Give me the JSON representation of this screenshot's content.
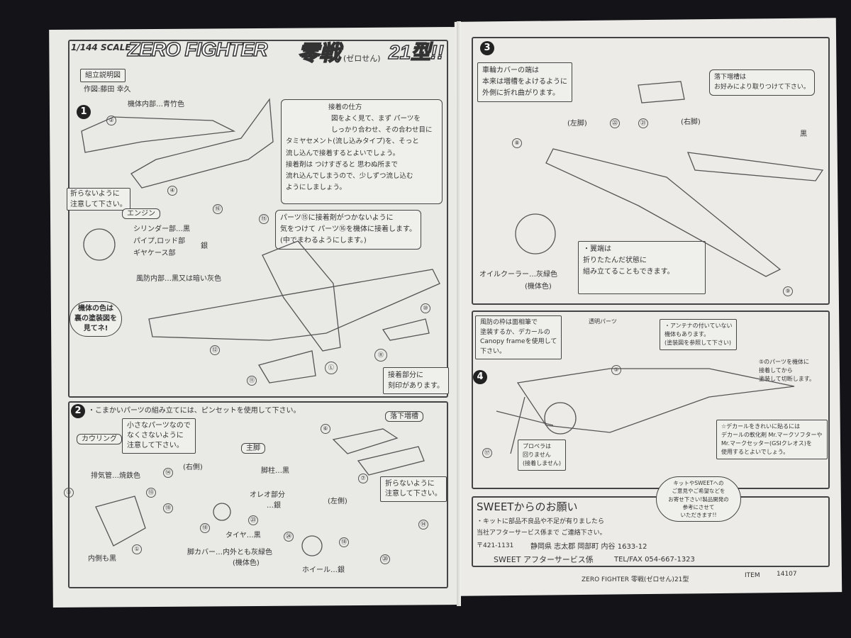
{
  "header": {
    "scale": "1/144 SCALE",
    "title_en": "ZERO FIGHTER",
    "title_jp": "零戦",
    "reading": "(ゼロせん)",
    "type": "21型!!",
    "doc_label": "組立説明図",
    "author": "作図:藤田 幸久"
  },
  "step1": {
    "number": "1",
    "interior": "機体内部…青竹色",
    "caution": [
      "折らないように",
      "注意して下さい。"
    ],
    "glue_title": "接着の仕方",
    "glue_text": [
      "図をよく見て、まず パーツを",
      "しっかり合わせ、その合わせ目に",
      "タミヤセメント(流し込みタイプ)を、そっと",
      "流し込んで接着するとよいでしょう。",
      "接着剤は つけすぎると 思わぬ所まで",
      "流れ込んでしまうので、少しずつ流し込む",
      "ようにしましょう。"
    ],
    "engine_title": "エンジン",
    "engine": [
      "シリンダー部…黒",
      "パイプ,ロッド部",
      "ギヤケース部"
    ],
    "engine_color": "銀",
    "part15_note": [
      "パーツ⑮に接着剤がつかないように",
      "気をつけて パーツ⑯を機体に接着します。",
      "(中でまわるようにします。)"
    ],
    "canopy_interior": "風防内部…黒又は暗い灰色",
    "speech": [
      "機体の色は",
      "裏の塗装図を",
      "見てネ!"
    ],
    "marked": [
      "接着部分に",
      "刻印があります。"
    ],
    "parts": [
      "②",
      "④",
      "⑯",
      "⑮",
      "⑫",
      "⑩",
      "⑪",
      "Ⓛ",
      "Ⓡ"
    ]
  },
  "step2": {
    "number": "2",
    "intro": "・こまかいパーツの組み立てには、ピンセットを使用して下さい。",
    "cowling": "カウリング",
    "exhaust": "排気管…焼鉄色",
    "inner": "内側も黒",
    "small_note": [
      "小さなパーツなので",
      "なくさないように",
      "注意して下さい。"
    ],
    "main_leg": "主脚",
    "right": "(右側)",
    "left": "(左側)",
    "strut": "脚柱…黒",
    "oleo": [
      "オレオ部分",
      "…銀"
    ],
    "tire": "タイヤ…黒",
    "cover": [
      "脚カバー…内外とも灰緑色",
      "(機体色)"
    ],
    "wheel": "ホイール…銀",
    "drop_tank": "落下増槽",
    "tank_note": [
      "折らないように",
      "注意して下さい。"
    ],
    "parts": [
      "③",
      "⑬",
      "①",
      "⑭",
      "⑲",
      "⑱",
      "㉓",
      "㉔",
      "⑱",
      "⑳",
      "⑭",
      "⑥",
      "⑦"
    ]
  },
  "step3": {
    "number": "3",
    "wheel_note": [
      "車輪カバーの端は",
      "本来は増槽をよけるように",
      "外側に折れ曲がります。"
    ],
    "tank_note": [
      "落下増槽は",
      "お好みにより取りつけて下さい。"
    ],
    "left_leg": "(左脚)",
    "right_leg": "(右脚)",
    "black": "黒",
    "oil_cooler": [
      "オイルクーラー…灰緑色",
      "(機体色)"
    ],
    "wingtip": [
      "・翼端は",
      "折りたたんだ状態に",
      "組み立てることもできます。"
    ],
    "parts": [
      "⑧",
      "㉒",
      "㉑",
      "⑨"
    ]
  },
  "step4": {
    "number": "4",
    "canopy_note": [
      "風防の枠は面相筆で",
      "塗装するか、デカールの",
      "Canopy frameを使用して",
      "下さい。"
    ],
    "clear_parts": "透明パーツ",
    "antenna_note": [
      "・アンテナの付いていない",
      "機体もあります。",
      "(塗装図を参照して下さい)"
    ],
    "part5_note": [
      "⑤のパーツを機体に",
      "接着してから",
      "塗装して切断します。"
    ],
    "prop_note": [
      "プロペラは",
      "回りません",
      "(接着しません)"
    ],
    "decal_note": [
      "☆デカールをきれいに貼るには",
      "デカールの軟化剤 Mr.マークソフターや",
      "Mr.マークセッター(GSIクレオス)を",
      "使用するとよいでしょう。"
    ],
    "speech": [
      "キットやSWEETへの",
      "ご意見やご希望などを",
      "お寄せ下さい!製品開発の",
      "参考にさせて",
      "いただきます!!"
    ],
    "parts": [
      "⑤",
      "⑰"
    ]
  },
  "sweet": {
    "title": "SWEETからのお願い",
    "line1": "・キットに部品不良品や不足が有りましたら",
    "line2": "当社アフターサービス係まで ご連絡下さい。",
    "postal": "〒421-1131",
    "address": "静岡県 志太郡 岡部町 内谷 1633-12",
    "dept": "SWEET アフターサービス係",
    "tel": "TEL/FAX 054-667-1323"
  },
  "footer": {
    "name": "ZERO FIGHTER 零戦(ゼロせん)21型",
    "item_label": "ITEM",
    "item_no": "14107"
  }
}
